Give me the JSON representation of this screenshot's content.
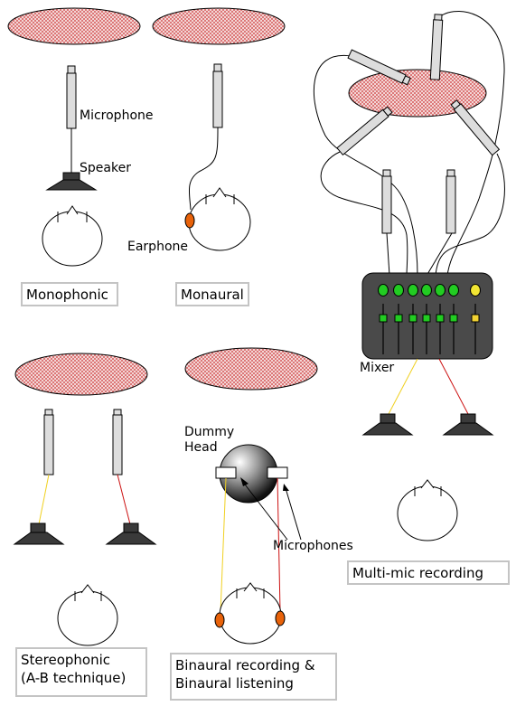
{
  "labels": {
    "microphone": "Microphone",
    "speaker": "Speaker",
    "earphone": "Earphone",
    "mixer": "Mixer",
    "dummy_head": "Dummy\nHead",
    "microphones": "Microphones"
  },
  "captions": {
    "monophonic": "Monophonic",
    "monaural": "Monaural",
    "stereophonic_line1": "Stereophonic",
    "stereophonic_line2": "(A-B technique)",
    "binaural_line1": "Binaural recording &",
    "binaural_line2": "Binaural listening",
    "multimic": "Multi-mic recording"
  },
  "colors": {
    "source_dots": "#cc3333",
    "source_fill": "#f3d6d6",
    "speaker": "#3a3a3a",
    "mixer_body": "#4a4a4a",
    "led_green": "#22cc22",
    "led_yellow": "#f2e633",
    "fader_green": "#22cc22",
    "fader_yellow": "#f2d233",
    "earphone": "#e8620a",
    "left_wire": "#f0d020",
    "right_wire": "#cc1111",
    "caption_border": "#c4c4c4"
  },
  "icons": [
    "sound-source",
    "microphone",
    "speaker",
    "listener-head",
    "earphone",
    "mixer",
    "dummy-head"
  ]
}
